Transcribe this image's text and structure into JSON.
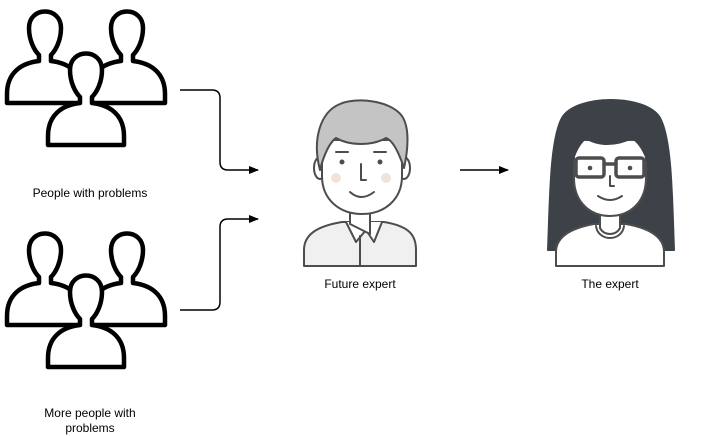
{
  "nodes": {
    "group_top": {
      "label": "People with problems",
      "icon": "people-group-icon"
    },
    "group_bottom": {
      "label": "More people with problems",
      "icon": "people-group-icon"
    },
    "future_expert": {
      "label": "Future expert",
      "icon": "man-avatar-icon"
    },
    "expert": {
      "label": "The expert",
      "icon": "woman-with-glasses-avatar-icon"
    }
  },
  "edges": [
    {
      "from": "group_top",
      "to": "future_expert"
    },
    {
      "from": "group_bottom",
      "to": "future_expert"
    },
    {
      "from": "future_expert",
      "to": "expert"
    }
  ],
  "colors": {
    "stroke": "#000000",
    "avatar_outline": "#4d4d4d",
    "man_hair": "#c4c4c4",
    "woman_hair": "#3d4249",
    "cheek": "#f3e2dc"
  }
}
